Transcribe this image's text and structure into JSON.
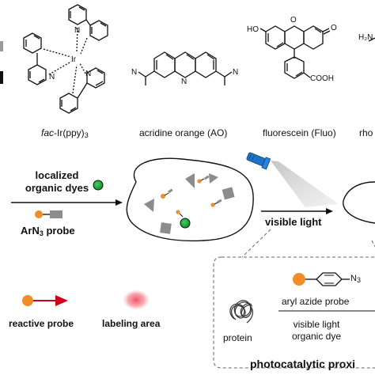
{
  "compounds": [
    {
      "name_prefix": "fac",
      "name_main": "-Ir(ppy)",
      "name_sub": "3"
    },
    {
      "name": "acridine orange (AO)"
    },
    {
      "name": "fluorescein (Fluo)"
    },
    {
      "name": "rho"
    }
  ],
  "structure_labels": {
    "N": "N",
    "Ir": "Ir",
    "HO": "HO",
    "O": "O",
    "COOH": "COOH",
    "H2N": "H₂N"
  },
  "workflow": {
    "dyes_line1": "localized",
    "dyes_line2": "organic dyes",
    "probe_main": "ArN",
    "probe_sub": "3",
    "probe_suffix": " probe",
    "light_label": "visible light"
  },
  "legend": {
    "reactive_probe": "reactive probe",
    "labeling_area": "labeling area"
  },
  "inset": {
    "protein": "protein",
    "aryl_azide_probe": "aryl azide probe",
    "visible_light": "visible light",
    "organic_dye": "organic dye",
    "azide": "N",
    "azide_sub": "3"
  },
  "footer": "photocatalytic proxi",
  "colors": {
    "probe_orange": "#F28C28",
    "dye_green": "#1DAA3A",
    "arrow_red": "#D0021B",
    "gray": "#8C8C8C",
    "dark_gray": "#666666",
    "lamp_blue": "#1E73C8",
    "labeling_pink": "#F36C7C"
  }
}
